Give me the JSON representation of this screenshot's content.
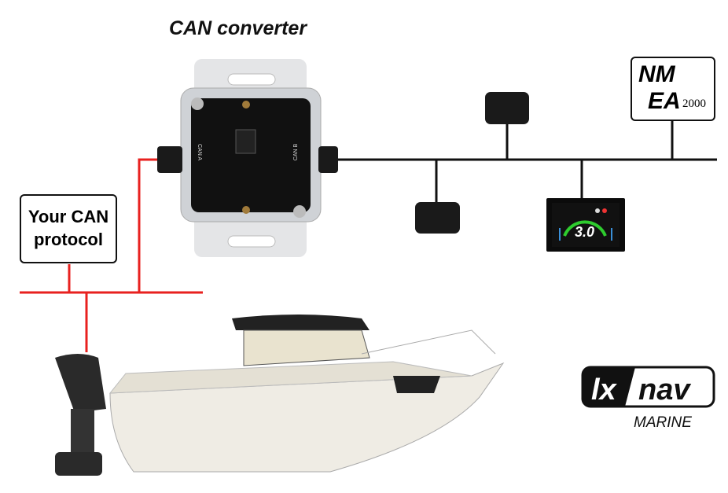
{
  "title": "CAN converter",
  "protocol_box": {
    "line1": "Your CAN",
    "line2": "protocol"
  },
  "nmea_logo": {
    "text1": "NM",
    "text2": "EA",
    "text3": "2000"
  },
  "converter_labels": {
    "left_port": "CAN A",
    "right_port": "CAN B"
  },
  "display": {
    "value": "3.0"
  },
  "brand_logo": {
    "part1": "lx",
    "part2": "nav",
    "sub": "MARINE"
  },
  "colors": {
    "can_bus": "#e8211f",
    "nmea_bus": "#111111"
  }
}
